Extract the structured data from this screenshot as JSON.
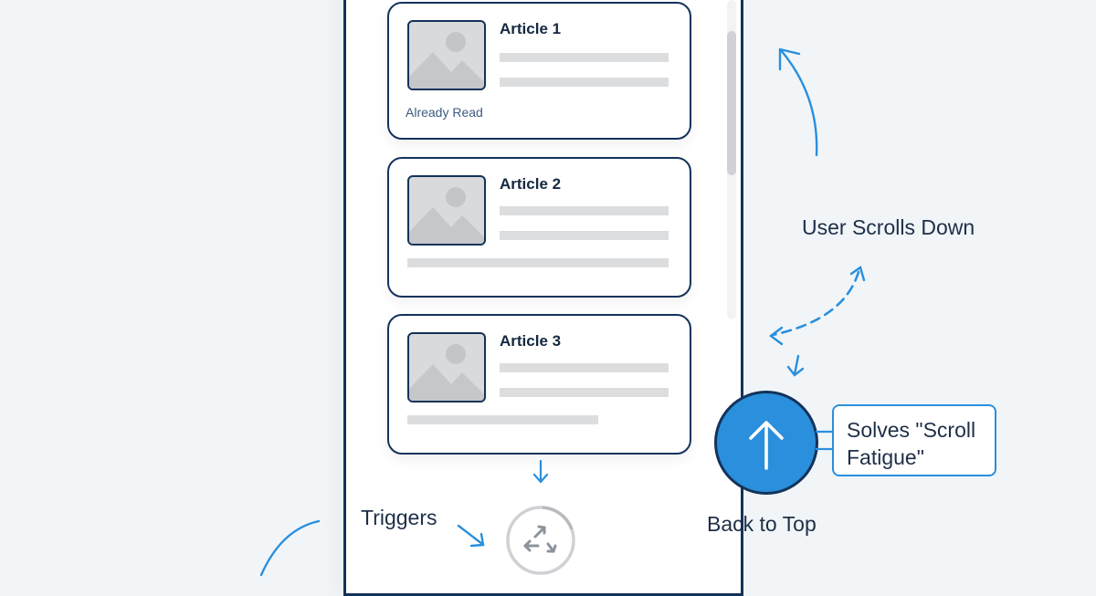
{
  "diagram": {
    "title": "Back to Top button flow",
    "colors": {
      "frame": "#14335a",
      "accent": "#2a8fdc",
      "placeholder": "#dcdddf",
      "background": "#f1f5f8"
    }
  },
  "feed": {
    "articles": [
      {
        "title": "Article 1",
        "status": "Already Read"
      },
      {
        "title": "Article 2"
      },
      {
        "title": "Article 3"
      }
    ],
    "loading_icon": "refresh-spinner-icon"
  },
  "annotations": {
    "user_scrolls": "User Scrolls Down",
    "triggers": "Triggers",
    "back_to_top": "Back to Top",
    "callout": "Solves \"Scroll Fatigue\""
  },
  "button": {
    "icon": "arrow-up-icon",
    "label": "Back to Top"
  }
}
